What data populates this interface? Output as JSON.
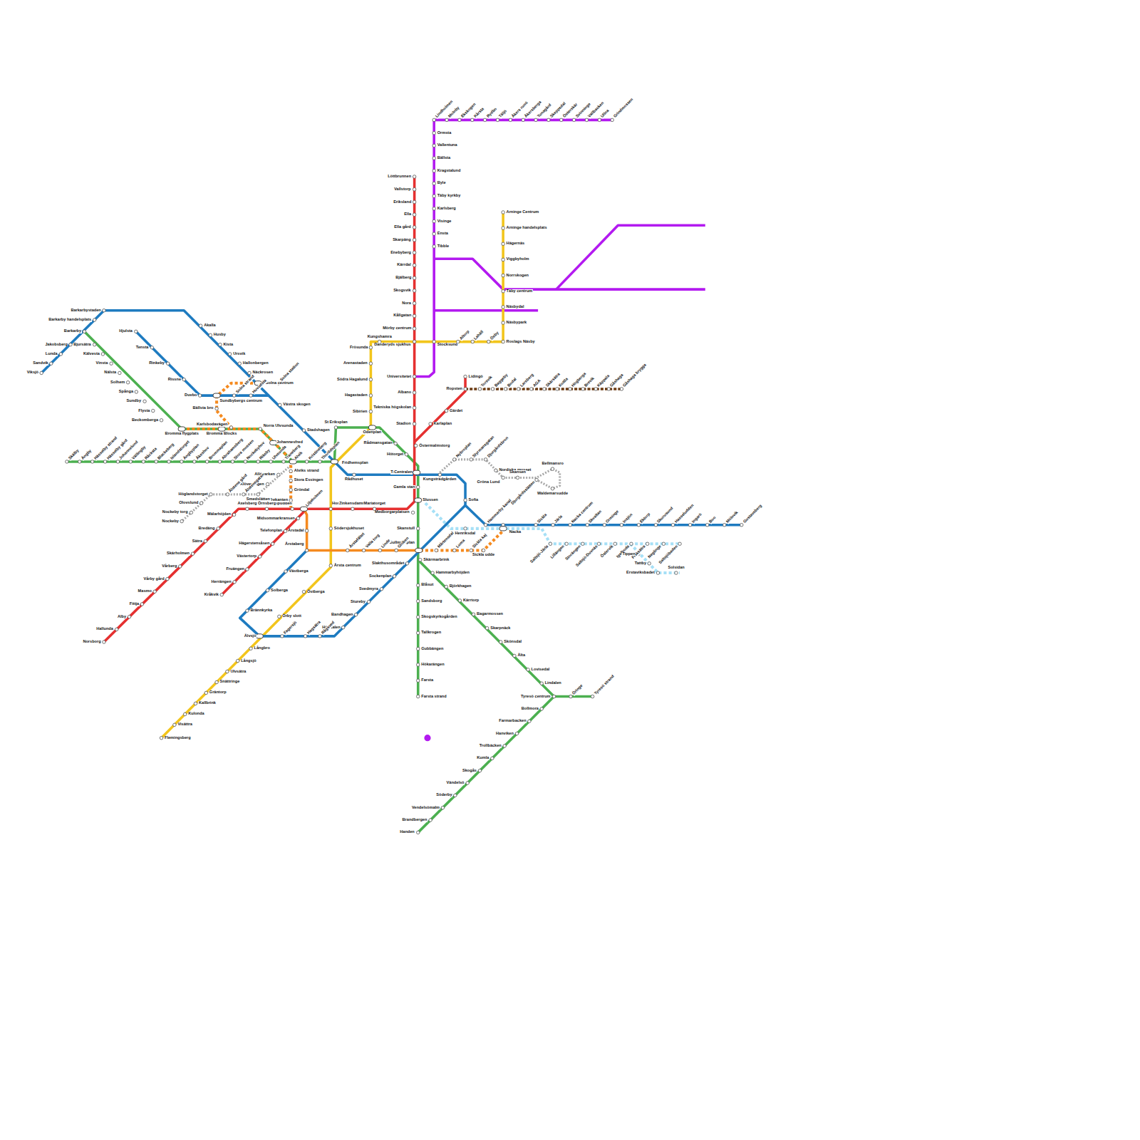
{
  "diagram": {
    "labels": [
      "Löttbrunnen",
      "Vallstorp",
      "Eriksland",
      "Ella",
      "Ella gård",
      "Skarpäng",
      "Enebyberg",
      "Kärrdal",
      "Bjälberg",
      "Skogsvik",
      "Nora",
      "Kållgatan",
      "Mörby centrum",
      "Universitetet",
      "Albano",
      "Tekniska högskolan",
      "Stadion",
      "Östermalmstorg",
      "T-Centralen",
      "Gamla stan",
      "Slussen",
      "Medborgarplatsen",
      "Skanstull",
      "Gullmarsplan",
      "Skärmarbrink",
      "Karlaplan",
      "Gärdet",
      "Ropsten",
      "Lidingö",
      "Torsvik",
      "Baggeby",
      "Bodal",
      "Larsberg",
      "AGA",
      "Skärsätra",
      "Kottla",
      "Högberga",
      "Brevik",
      "Käppala",
      "Gåshaga",
      "Gåshaga brygga",
      "Liljeholmen",
      "Hornstull",
      "Zinkensdamm",
      "Mariatorget",
      "Aspudden",
      "Örnsberg",
      "Axelsberg",
      "Mälarhöjden",
      "Bredäng",
      "Sätra",
      "Skärholmen",
      "Vårberg",
      "Vårby gård",
      "Masmo",
      "Fittja",
      "Alby",
      "Hallunda",
      "Norsborg",
      "Midsommarkransen",
      "Telefonplan",
      "Hägerstensåsen",
      "Västertorp",
      "Fruängen",
      "Herrängen",
      "Kråkvik",
      "Årstadal",
      "Årstaberg",
      "Årstafältet",
      "Valla torg",
      "Linde",
      "Globen",
      "Mårtensdal",
      "Luma",
      "Sickla kaj",
      "Sickla udde",
      "Alviks strand",
      "Stora Essingen",
      "Gröndal",
      "Trekanten",
      "Johannesfred",
      "Norra Ulvsunda",
      "Bromma Blocks",
      "Karlsbodavägen",
      "Bällsta bro",
      "Sundbybergs centrum",
      "Solna centrum",
      "Solna station",
      "Bjursätra",
      "Kälvesta",
      "Vinsta",
      "Nälsta",
      "Solhem",
      "Spånga",
      "Sundby",
      "Flysta",
      "Beckomberga",
      "Bromma flygplats",
      "Skälby",
      "Ängby",
      "Hässelby strand",
      "Hässelby gård",
      "Johannelund",
      "Vällingby",
      "Råcksta",
      "Blackeberg",
      "Islandstorget",
      "Ängbyplan",
      "Åkeshov",
      "Brommaplan",
      "Abrahamsberg",
      "Stora mossen",
      "Nockebyhov",
      "Riksby",
      "Ulvsunda",
      "Traneberg",
      "Alvik",
      "Kristineberg",
      "Thorildsplan",
      "Fridhemsplan",
      "St Eriksplan",
      "Odenplan",
      "Rådmansgatan",
      "Hötorget",
      "Blåsut",
      "Sandsborg",
      "Skogskyrkogården",
      "Tallkrogen",
      "Gubbängen",
      "Hökarängen",
      "Farsta",
      "Farsta strand",
      "Hammarbyhöjden",
      "Björkhagen",
      "Kärrtorp",
      "Bagarmossen",
      "Skarpnäck",
      "Skönsdal",
      "Älta",
      "Lovisedal",
      "Lindalen",
      "Tyresö centrum",
      "Öringe",
      "Tyresö strand",
      "Bollmora",
      "Farmarbacken",
      "Hanviken",
      "Trollbäcken",
      "Kumla",
      "Skogås",
      "Vändelsö",
      "Söderby",
      "Vendelsömalm",
      "Brandbergen",
      "Handen",
      "Barkarbystaden",
      "Barkarby handelsplats",
      "Barkarby",
      "Jakobsberg",
      "Lunda",
      "Sandvik",
      "Viksjö",
      "Akalla",
      "Husby",
      "Kista",
      "Ursvik",
      "Hallonbergen",
      "Näckrosen",
      "Västra skogen",
      "Stadshagen",
      "Hjulsta",
      "Tensta",
      "Rinkeby",
      "Rissne",
      "Duvbo",
      "Solna strand",
      "Huvudsta",
      "Rådhuset",
      "Kungsträdgården",
      "Sofia",
      "Henriksdal",
      "Hammarby kanal",
      "Nacka",
      "Sickla",
      "Järla",
      "Nacka centrum",
      "Skvaltan",
      "Orminge",
      "Insjön",
      "Ektorp",
      "Skurusund",
      "Hasseludden",
      "Ingarö",
      "Boo",
      "Mölnvik",
      "Gustavsberg",
      "Slakthusområdet",
      "Sockenplan",
      "Svedmyra",
      "Stureby",
      "Bandhagen",
      "Högdalen",
      "Rågsved",
      "Hagsätra",
      "Fagersjö",
      "Älvsjö",
      "Brännkyrka",
      "Solberga",
      "Västberga",
      "Arninge Centrum",
      "Arninge handelsplats",
      "Hägernäs",
      "Viggbyholm",
      "Norrskogen",
      "Täby centrum",
      "Näsbydal",
      "Näsbypark",
      "Roslags Näsby",
      "Stocksund",
      "Altorp",
      "Lahäll",
      "Ösby",
      "Kungshamra",
      "Danderyds sjukhus",
      "Frösunda",
      "Arenastaden",
      "Södra Hagalund",
      "Hagastaden",
      "Sibirien",
      "Södersjukhuset",
      "Årsta centrum",
      "Östberga",
      "Örby slott",
      "Långbro",
      "Långsjö",
      "Ulvsätra",
      "Snättringe",
      "Gräntorp",
      "Kallbrink",
      "Kulonda",
      "Visättra",
      "Flemingsberg",
      "Saltsjö-Järla",
      "Lillängen",
      "Storängen",
      "Saltsjö-Duvnäs",
      "Östervik",
      "Igelboda",
      "Fisksätra",
      "Neglinge",
      "Saltsjöbaden",
      "Tippen",
      "Tattby",
      "Erstaviksbadet",
      "Solsidan",
      "Nybroplan",
      "Styrmansgatan",
      "Djurgårdsbron",
      "Nordiska museet",
      "Gröna Lund",
      "Skansen",
      "Djurgårdsslätten",
      "Bellmansro",
      "Waldemarsudde",
      "Alléparken",
      "Klövervägen",
      "Smedslätten",
      "Ålstensgatan",
      "Ålstens gård",
      "Höglandstorget",
      "Olovslund",
      "Nockeby torg",
      "Nockeby",
      "Ormsta",
      "Vallentuna",
      "Bällsta",
      "Kragstalund",
      "Byle",
      "Täby kyrkby",
      "Karlsberg",
      "Visinge",
      "Ensta",
      "Tibble",
      "Lindholmen",
      "Molnby",
      "Ekskogen",
      "Kårsta",
      "Rydbo",
      "Täljö",
      "Åkers runö",
      "Åkersberga",
      "Tunagård",
      "Skeppsdal",
      "Österskär",
      "Svinninge",
      "Vallbacken",
      "Ullna",
      "Grindmossen"
    ]
  }
}
